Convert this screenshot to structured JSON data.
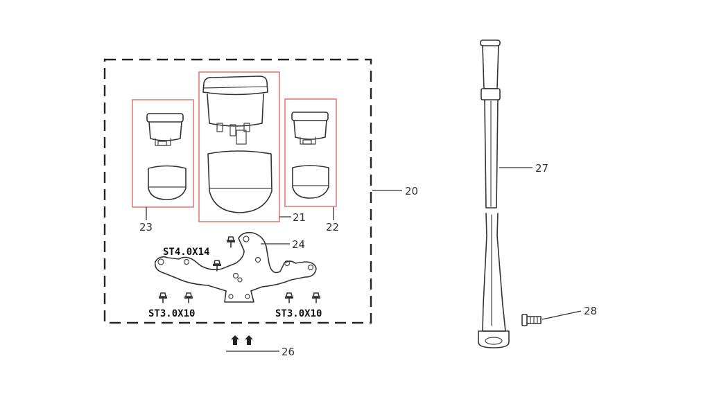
{
  "colors": {
    "highlight_box": "#e06666",
    "ink": "#333333",
    "background": "#ffffff"
  },
  "callouts": {
    "assembly": "20",
    "speedometer": "21",
    "gauge_right": "22",
    "gauge_left": "23",
    "bracket": "24",
    "clips": "26",
    "cable": "27",
    "bolt": "28"
  },
  "screw_labels": {
    "upper": "ST4.0X14",
    "lower_left": "ST3.0X10",
    "lower_right": "ST3.0X10"
  }
}
